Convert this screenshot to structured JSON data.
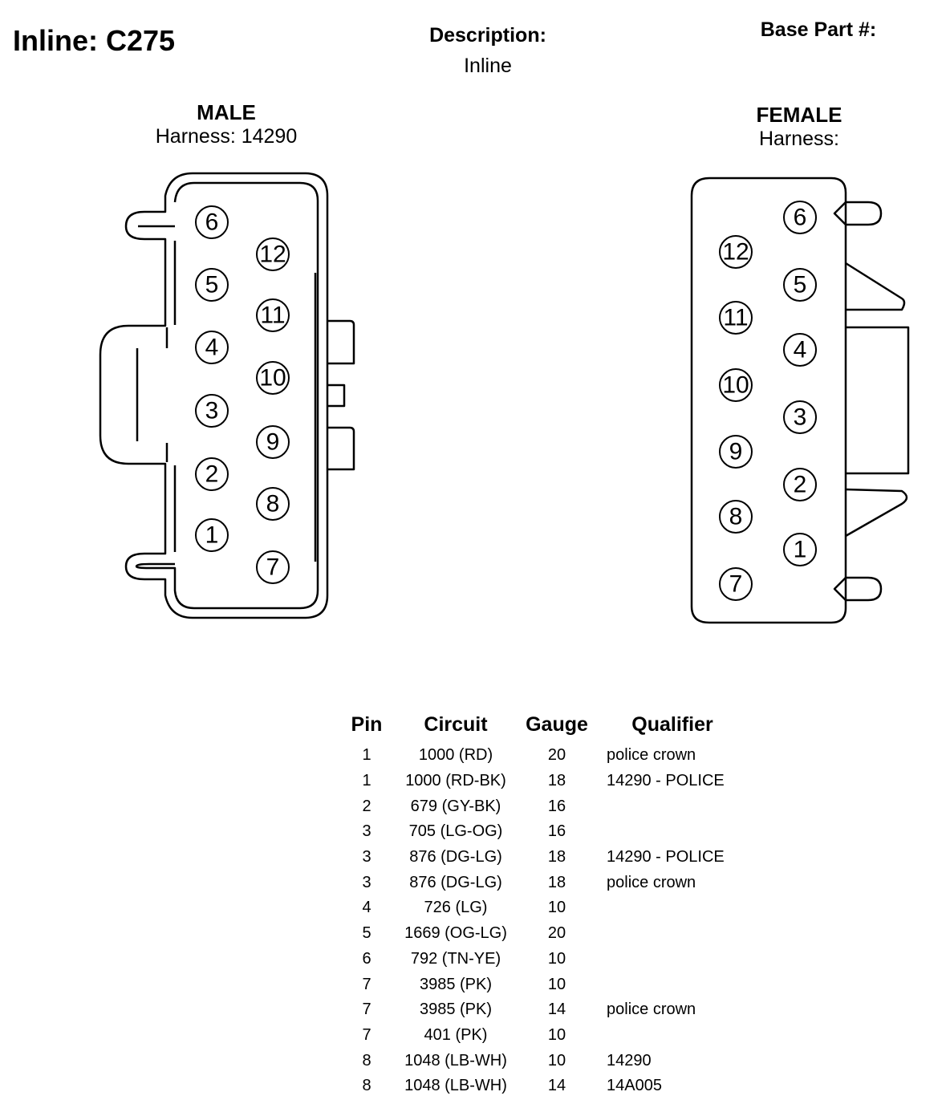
{
  "header": {
    "title": "Inline: C275",
    "description_label": "Description:",
    "description_value": "Inline",
    "base_part_label": "Base Part #:"
  },
  "male": {
    "title": "MALE",
    "harness": "Harness: 14290",
    "pins": [
      "1",
      "2",
      "3",
      "4",
      "5",
      "6",
      "7",
      "8",
      "9",
      "10",
      "11",
      "12"
    ]
  },
  "female": {
    "title": "FEMALE",
    "harness": "Harness:",
    "pins": [
      "1",
      "2",
      "3",
      "4",
      "5",
      "6",
      "7",
      "8",
      "9",
      "10",
      "11",
      "12"
    ]
  },
  "table": {
    "headers": [
      "Pin",
      "Circuit",
      "Gauge",
      "Qualifier"
    ],
    "rows": [
      {
        "pin": "1",
        "circuit": "1000 (RD)",
        "gauge": "20",
        "qualifier": "police crown"
      },
      {
        "pin": "1",
        "circuit": "1000 (RD-BK)",
        "gauge": "18",
        "qualifier": "14290 - POLICE"
      },
      {
        "pin": "2",
        "circuit": "679 (GY-BK)",
        "gauge": "16",
        "qualifier": ""
      },
      {
        "pin": "3",
        "circuit": "705 (LG-OG)",
        "gauge": "16",
        "qualifier": ""
      },
      {
        "pin": "3",
        "circuit": "876 (DG-LG)",
        "gauge": "18",
        "qualifier": "14290 - POLICE"
      },
      {
        "pin": "3",
        "circuit": "876 (DG-LG)",
        "gauge": "18",
        "qualifier": "police crown"
      },
      {
        "pin": "4",
        "circuit": "726 (LG)",
        "gauge": "10",
        "qualifier": ""
      },
      {
        "pin": "5",
        "circuit": "1669 (OG-LG)",
        "gauge": "20",
        "qualifier": ""
      },
      {
        "pin": "6",
        "circuit": "792 (TN-YE)",
        "gauge": "10",
        "qualifier": ""
      },
      {
        "pin": "7",
        "circuit": "3985 (PK)",
        "gauge": "10",
        "qualifier": ""
      },
      {
        "pin": "7",
        "circuit": "3985 (PK)",
        "gauge": "14",
        "qualifier": "police crown"
      },
      {
        "pin": "7",
        "circuit": "401 (PK)",
        "gauge": "10",
        "qualifier": ""
      },
      {
        "pin": "8",
        "circuit": "1048 (LB-WH)",
        "gauge": "10",
        "qualifier": "14290"
      },
      {
        "pin": "8",
        "circuit": "1048 (LB-WH)",
        "gauge": "14",
        "qualifier": "14A005"
      }
    ]
  }
}
